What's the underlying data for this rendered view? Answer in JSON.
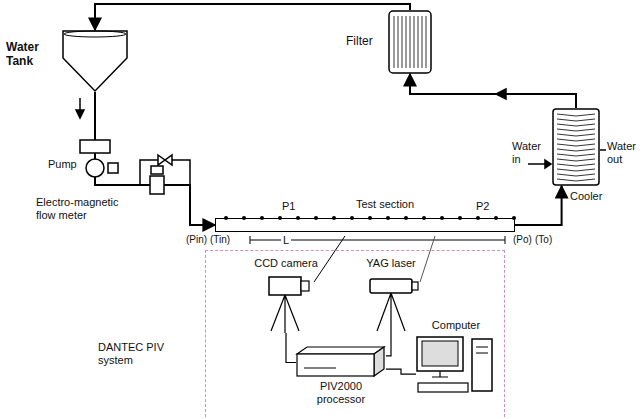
{
  "diagram": {
    "nodes": [
      {
        "text": [
          "Water Tank"
        ]
      },
      {
        "text": [
          "Filter"
        ]
      },
      {
        "text": [
          "Cooler"
        ]
      },
      {
        "text": [
          "Test section"
        ]
      },
      {
        "text": [
          "DANTEC PIV system"
        ]
      },
      {
        "text": [
          "CCD camera"
        ],
        "in": 4
      },
      {
        "text": [
          "YAG laser"
        ],
        "in": 4
      },
      {
        "text": [
          "PIV2000 processor"
        ],
        "in": 4
      },
      {
        "text": [
          "Computer"
        ],
        "in": 4
      }
    ],
    "edges": [
      {
        "from": 1,
        "to": 0,
        "arrow": "to"
      },
      {
        "from": 2,
        "to": 1,
        "arrow": "to"
      },
      {
        "from": 3,
        "to": 2,
        "arrow": "to"
      },
      {
        "from": 0,
        "to": 3,
        "arrow": "to"
      },
      {
        "from": 5,
        "to": 7,
        "arrow": "none"
      },
      {
        "from": 6,
        "to": 7,
        "arrow": "none"
      },
      {
        "from": 7,
        "to": 8,
        "arrow": "none"
      }
    ],
    "labels": [
      "Pump",
      "Electro-magnetic flow meter",
      "P1",
      "P2",
      "(Pin)",
      "(Tin)",
      "(Po)",
      "(To)",
      "L",
      "Water in",
      "Water out"
    ]
  }
}
